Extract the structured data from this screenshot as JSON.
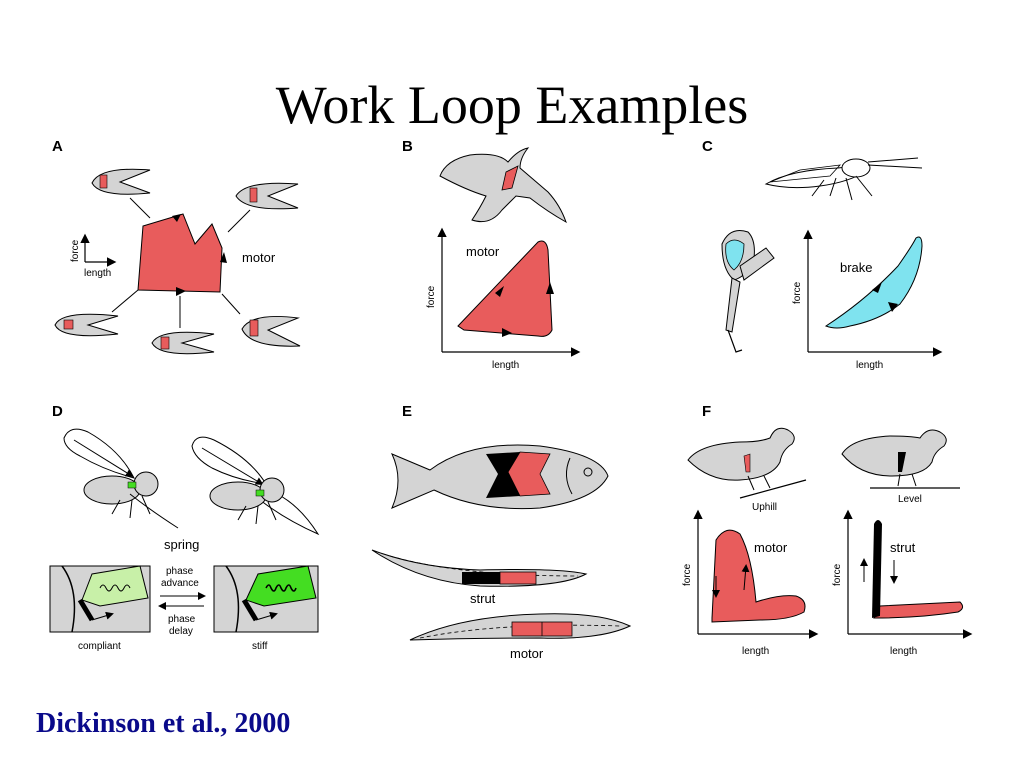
{
  "title": "Work Loop Examples",
  "citation": "Dickinson et al., 2000",
  "colors": {
    "muscle_red": "#e85c5c",
    "brake_cyan": "#7fe3ef",
    "spring_green": "#44dd22",
    "body_gray": "#d4d4d4",
    "citation_blue": "#0a0a8a"
  },
  "panels": {
    "A": {
      "label": "A",
      "loop_label": "motor",
      "y_axis": "force",
      "x_axis": "length"
    },
    "B": {
      "label": "B",
      "loop_label": "motor",
      "y_axis": "force",
      "x_axis": "length"
    },
    "C": {
      "label": "C",
      "loop_label": "brake",
      "y_axis": "force",
      "x_axis": "length"
    },
    "D": {
      "label": "D",
      "main_label": "spring",
      "phase_advance": [
        "phase",
        "advance"
      ],
      "phase_delay": [
        "phase",
        "delay"
      ],
      "left_caption": "compliant",
      "right_caption": "stiff"
    },
    "E": {
      "label": "E",
      "strut_label": "strut",
      "motor_label": "motor"
    },
    "F": {
      "label": "F",
      "uphill": "Uphill",
      "level": "Level",
      "loop_left": "motor",
      "loop_right": "strut",
      "y_axis": "force",
      "x_axis": "length"
    }
  }
}
